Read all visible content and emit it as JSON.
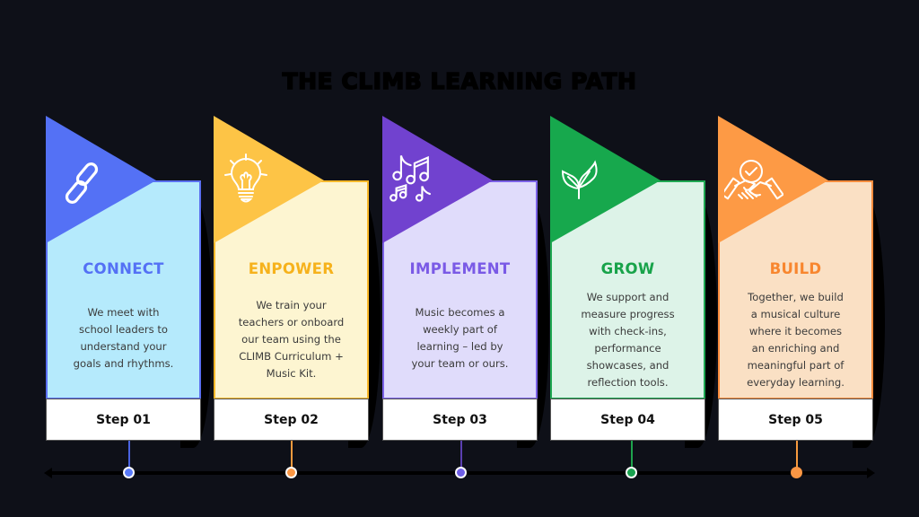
{
  "title": "THE CLIMB LEARNING PATH",
  "steps": [
    {
      "heading": "CONNECT",
      "lines": [
        "We meet with",
        "school leaders to",
        "understand your",
        "goals and rhythms."
      ],
      "step_label": "Step 01",
      "icon": "link-icon",
      "accent": "#5471f5",
      "body_bg": "#b5eafc",
      "border": "#5a6ff0",
      "heading_color": "#5471f5",
      "dot_color": "#5a7bfa",
      "connector_color": "#4a63e0"
    },
    {
      "heading": "ENPOWER",
      "lines": [
        "We train your",
        "teachers or onboard",
        "our team using the",
        "CLIMB Curriculum +",
        "Music Kit."
      ],
      "step_label": "Step 02",
      "icon": "lightbulb-icon",
      "accent": "#fdc446",
      "body_bg": "#fdf5d1",
      "border": "#f9b82a",
      "heading_color": "#f6b21c",
      "dot_color": "#fb9744",
      "connector_color": "#f79a3e"
    },
    {
      "heading": "IMPLEMENT",
      "lines": [
        "Music becomes a",
        "weekly part of",
        "learning – led by",
        "your team or ours."
      ],
      "step_label": "Step 03",
      "icon": "music-notes-icon",
      "accent": "#7142cf",
      "body_bg": "#e0dcfb",
      "border": "#7b62e6",
      "heading_color": "#7a5ae6",
      "dot_color": "#6e5ee6",
      "connector_color": "#5b3fb0"
    },
    {
      "heading": "GROW",
      "lines": [
        "We support and",
        "measure progress",
        "with check-ins,",
        "performance",
        "showcases, and",
        "reflection tools."
      ],
      "step_label": "Step 04",
      "icon": "sprout-icon",
      "accent": "#17a84d",
      "body_bg": "#ddf3e8",
      "border": "#1fa852",
      "heading_color": "#18a34a",
      "dot_color": "#19a24f",
      "connector_color": "#1ea34c"
    },
    {
      "heading": "BUILD",
      "lines": [
        "Together, we build",
        "a musical culture",
        "where it becomes",
        "an enriching and",
        "meaningful part of",
        "everyday learning."
      ],
      "step_label": "Step 05",
      "icon": "handshake-check-icon",
      "accent": "#fd9a45",
      "body_bg": "#fae0c4",
      "border": "#fb8d3e",
      "heading_color": "#f8862e",
      "dot_color": "#fb9744",
      "connector_color": "#f79a3e"
    }
  ]
}
